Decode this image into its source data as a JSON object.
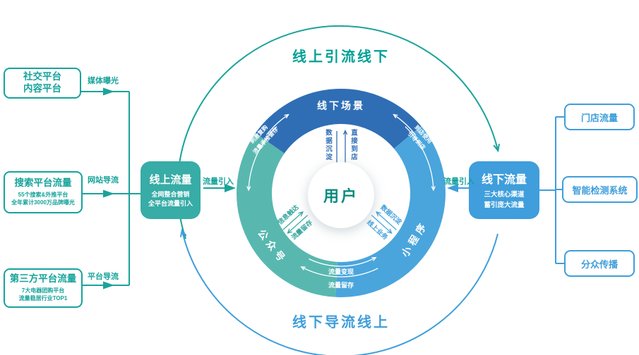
{
  "arcs": {
    "top_label": "线上引流线下",
    "bottom_label": "线下导流线上"
  },
  "left_boxes": [
    {
      "lines": [
        "社交平台",
        "内容平台"
      ],
      "conn_label": "媒体曝光"
    },
    {
      "title": "搜索平台流量",
      "sub": [
        "55个搜索&外推平台",
        "全年累计3000万品牌曝光"
      ],
      "conn_label": "网站导流"
    },
    {
      "title": "第三方平台流量",
      "sub": [
        "7大电器团购平台",
        "流量稳居行业TOP1"
      ],
      "conn_label": "平台导流"
    }
  ],
  "online_box": {
    "title": "线上流量",
    "sub": [
      "全网整合营销",
      "全平台流量引入"
    ],
    "flow_label": "流量引入"
  },
  "offline_box": {
    "title": "线下流量",
    "sub": [
      "三大核心渠道",
      "蓄引庞大流量"
    ],
    "flow_label": "流量引入"
  },
  "right_boxes": [
    {
      "label": "门店流量"
    },
    {
      "label": "智能检测系统"
    },
    {
      "label": "分众传播"
    }
  ],
  "ring": {
    "top_segment": "线下场景",
    "left_segment": "公众号",
    "right_segment": "小程序",
    "upper_left_notes": [
      "刺激复购",
      "流量承接留存"
    ],
    "upper_right_notes": [
      "到店使用",
      "引导到店"
    ],
    "bottom_notes": [
      "流量变现",
      "流量留存"
    ],
    "vertical_left": "数据沉淀",
    "vertical_right": "直接到店",
    "diag_left": [
      "信息触达",
      "流量留存"
    ],
    "diag_right": [
      "数据沉淀",
      "线上业务"
    ],
    "center": "用户"
  },
  "colors": {
    "teal": "#16a39b",
    "blue": "#3f9edb",
    "ring_dark_blue": "#2f6eb5",
    "ring_light_blue": "#4aa5dc",
    "ring_teal": "#58b8b0",
    "online_box_bg": "#38aca6",
    "offline_box_bg": "#3f9edb",
    "arc_top_text": "#00a096",
    "user_text": "#0a8c80"
  }
}
